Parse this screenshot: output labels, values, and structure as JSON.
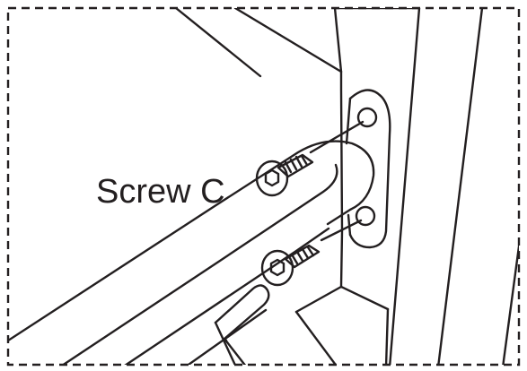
{
  "diagram": {
    "label": "Screw C",
    "parts": {
      "border": "detail-view-border",
      "cabinet": "cabinet-side-panel",
      "bracket": "wall-bracket",
      "rail": "bent-rail",
      "screws": [
        "screw-upper",
        "screw-lower"
      ],
      "tool": "allen-key"
    },
    "colors": {
      "line": "#231f20",
      "background": "#ffffff",
      "border": "#231f20"
    }
  }
}
